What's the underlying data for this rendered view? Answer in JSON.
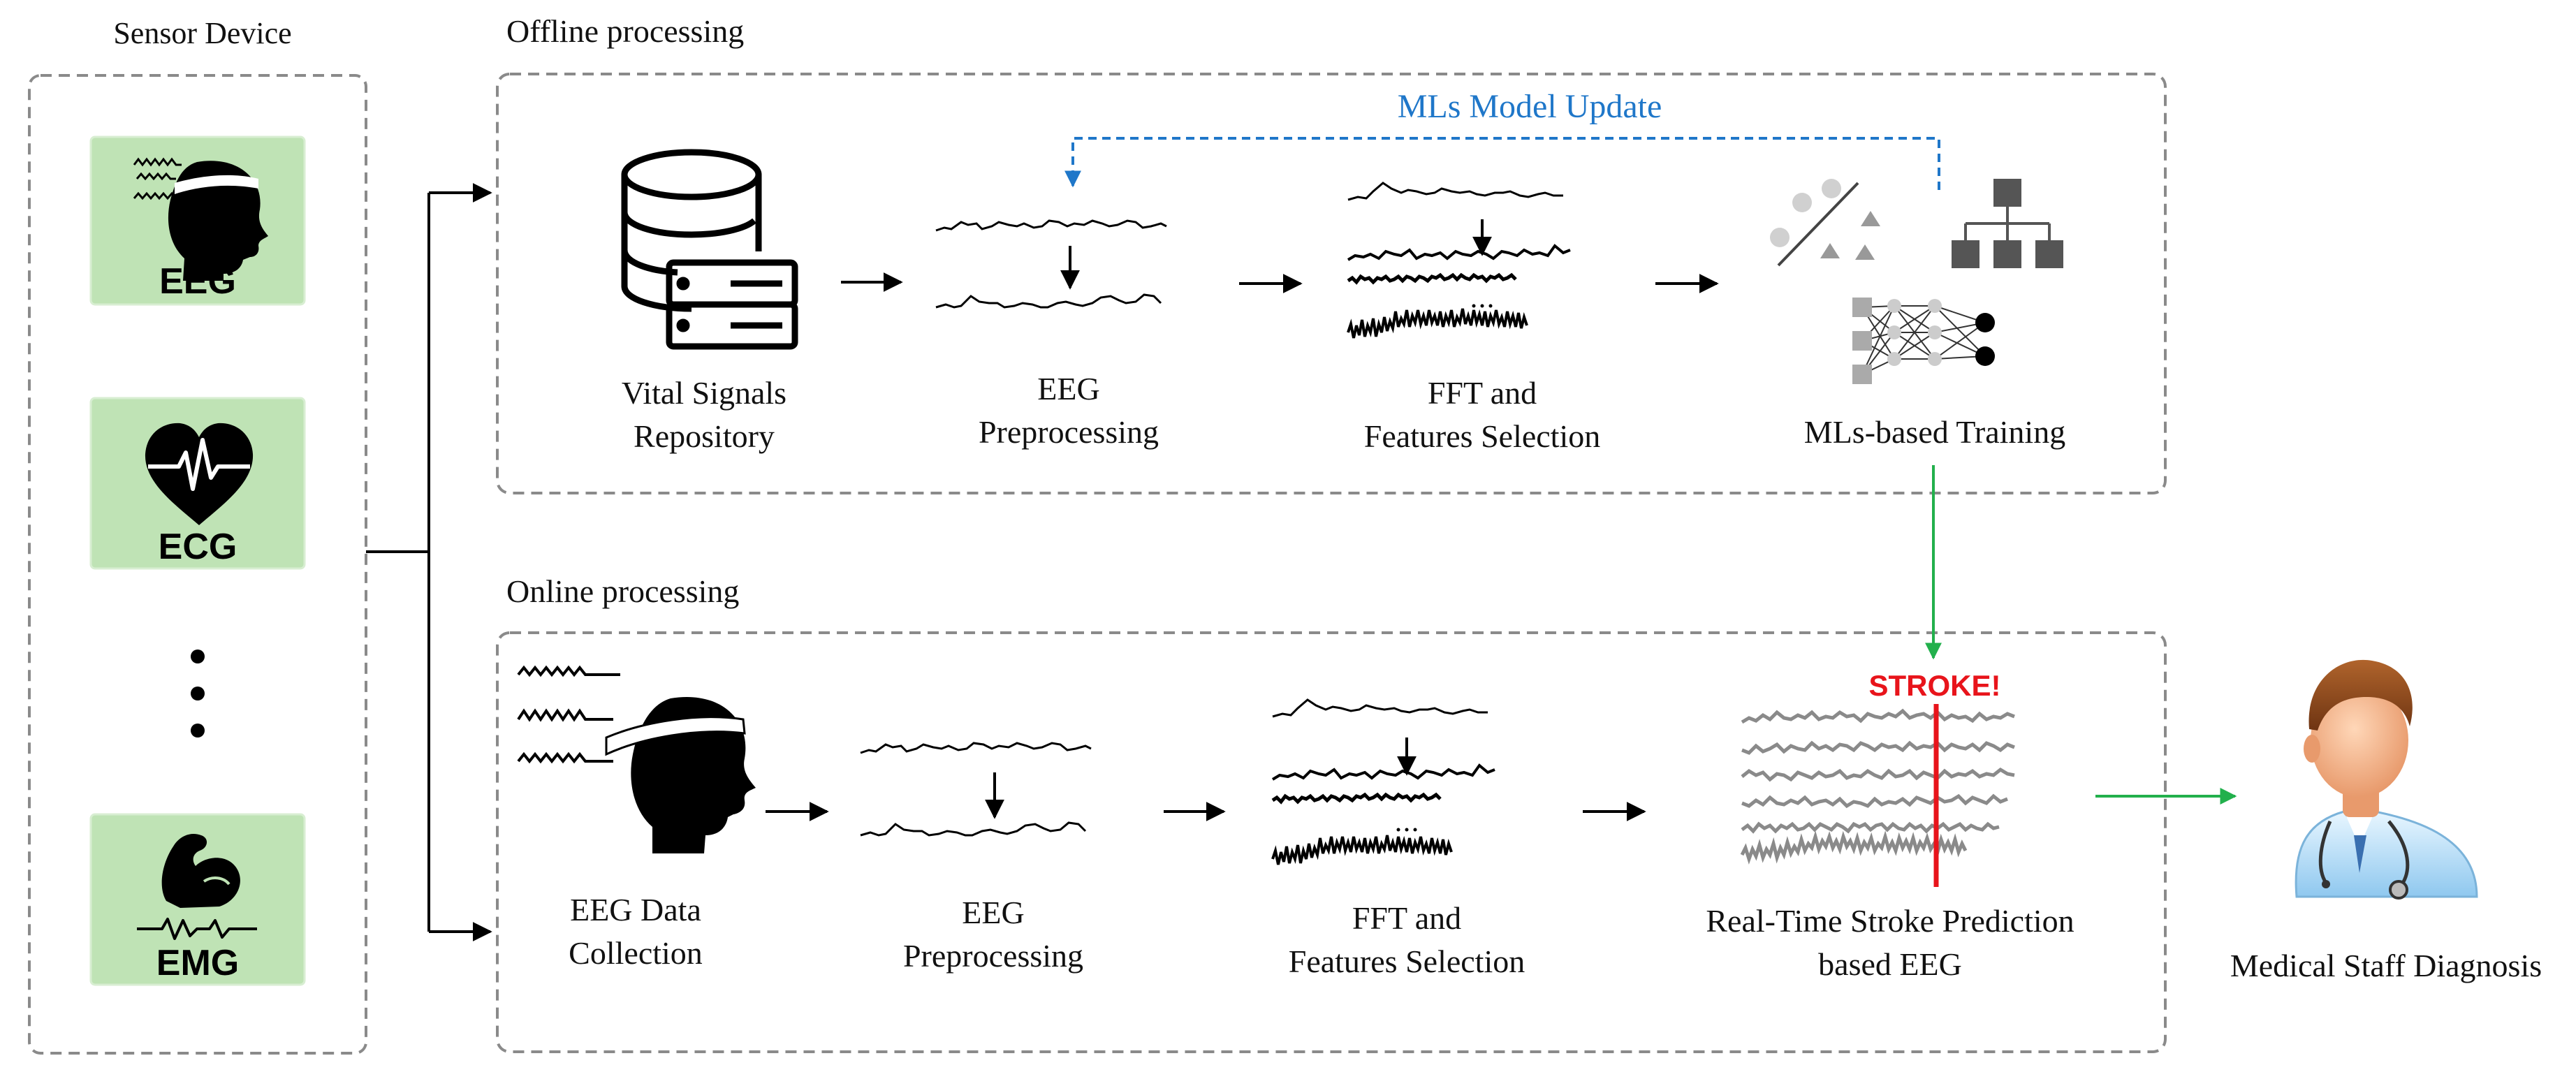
{
  "sections": {
    "sensor_device": "Sensor Device",
    "offline": "Offline processing",
    "online": "Online processing"
  },
  "sensors": [
    {
      "label": "EEG",
      "icon": "head-eeg-icon"
    },
    {
      "label": "ECG",
      "icon": "heart-ecg-icon"
    },
    {
      "label": "EMG",
      "icon": "arm-emg-icon"
    }
  ],
  "offline_steps": {
    "repository": [
      "Vital Signals",
      "Repository"
    ],
    "preprocessing": [
      "EEG",
      "Preprocessing"
    ],
    "fft": [
      "FFT and",
      "Features Selection"
    ],
    "training": "MLs-based Training"
  },
  "model_update": "MLs Model Update",
  "online_steps": {
    "collection": [
      "EEG Data",
      "Collection"
    ],
    "preprocessing": [
      "EEG",
      "Preprocessing"
    ],
    "fft": [
      "FFT and",
      "Features Selection"
    ],
    "prediction": [
      "Real-Time  Stroke Prediction",
      "based EEG"
    ]
  },
  "stroke_alert": "STROKE!",
  "diagnosis": "Medical Staff Diagnosis",
  "colors": {
    "sensor_bg": "#bfe3b5",
    "update_blue": "#1f77c9",
    "green_arrow": "#22b04c",
    "stroke_red": "#e8141b",
    "box_border": "#8a8a8a"
  }
}
